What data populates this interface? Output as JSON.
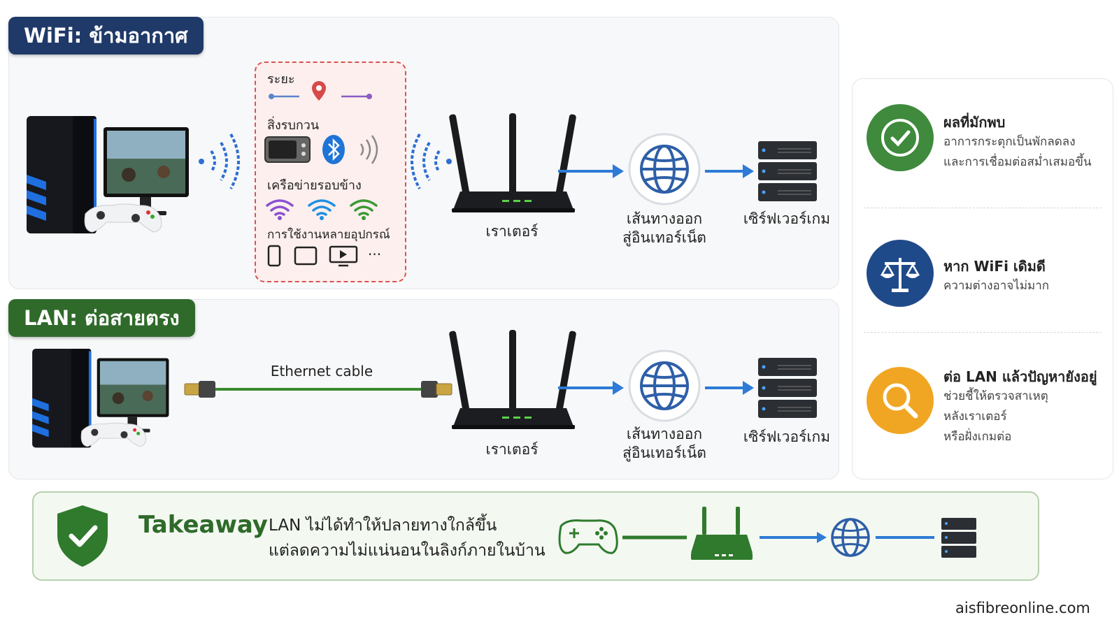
{
  "wifi": {
    "tag": "WiFi: ข้ามอากาศ",
    "interference": {
      "range_label": "ระยะ",
      "obstacles_label": "สิ่งรบกวน",
      "networks_label": "เครือข่ายรอบข้าง",
      "devices_label": "การใช้งานหลายอุปกรณ์",
      "more": "···"
    },
    "router_label": "เราเตอร์",
    "internet_label_1": "เส้นทางออก",
    "internet_label_2": "สู่อินเทอร์เน็ต",
    "server_label": "เซิร์ฟเวอร์เกม"
  },
  "lan": {
    "tag": "LAN: ต่อสายตรง",
    "cable_label": "Ethernet cable",
    "router_label": "เราเตอร์",
    "internet_label_1": "เส้นทางออก",
    "internet_label_2": "สู่อินเทอร์เน็ต",
    "server_label": "เซิร์ฟเวอร์เกม"
  },
  "side": {
    "item1": {
      "title": "ผลที่มักพบ",
      "line1": "อาการกระตุกเป็นพักลดลง",
      "line2": "และการเชื่อมต่อสม่ำเสมอขึ้น",
      "color": "#3f8a3c"
    },
    "item2": {
      "title": "หาก WiFi เดิมดี",
      "line1": "ความต่างอาจไม่มาก",
      "color": "#1f4a8a"
    },
    "item3": {
      "title": "ต่อ LAN แล้วปัญหายังอยู่",
      "line1": "ช่วยชี้ให้ตรวจสาเหตุ",
      "line2": "หลังเราเตอร์",
      "line3": "หรือฝั่งเกมต่อ",
      "color": "#f0a623"
    }
  },
  "takeaway": {
    "title": "Takeaway",
    "line1": "LAN ไม่ได้ทำให้ปลายทางใกล้ขึ้น",
    "line2": "แต่ลดความไม่แน่นอนในลิงก์ภายในบ้าน"
  },
  "source": "aisfibreonline.com",
  "colors": {
    "wifi_tag": "#1f3a68",
    "lan_tag": "#2f6a2a",
    "arrow_blue": "#2d7bd6",
    "cable_green": "#3a8a2e",
    "interference_border": "#d9534f"
  }
}
